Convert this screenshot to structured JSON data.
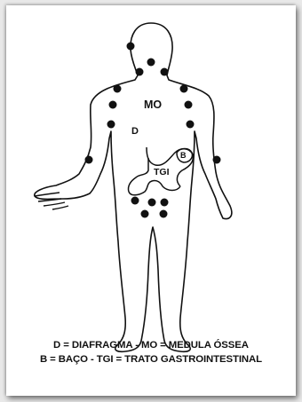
{
  "labels": {
    "mo": "MO",
    "d": "D",
    "b": "B",
    "tgi": "TGI"
  },
  "legend": {
    "line1": "D = DIAFRAGMA  -  MO = MEDULA ÓSSEA",
    "line2": "B = BAÇO  -  TGI = TRATO GASTROINTESTINAL"
  },
  "colors": {
    "outline": "#111111",
    "dot": "#111111",
    "background": "#ffffff"
  }
}
